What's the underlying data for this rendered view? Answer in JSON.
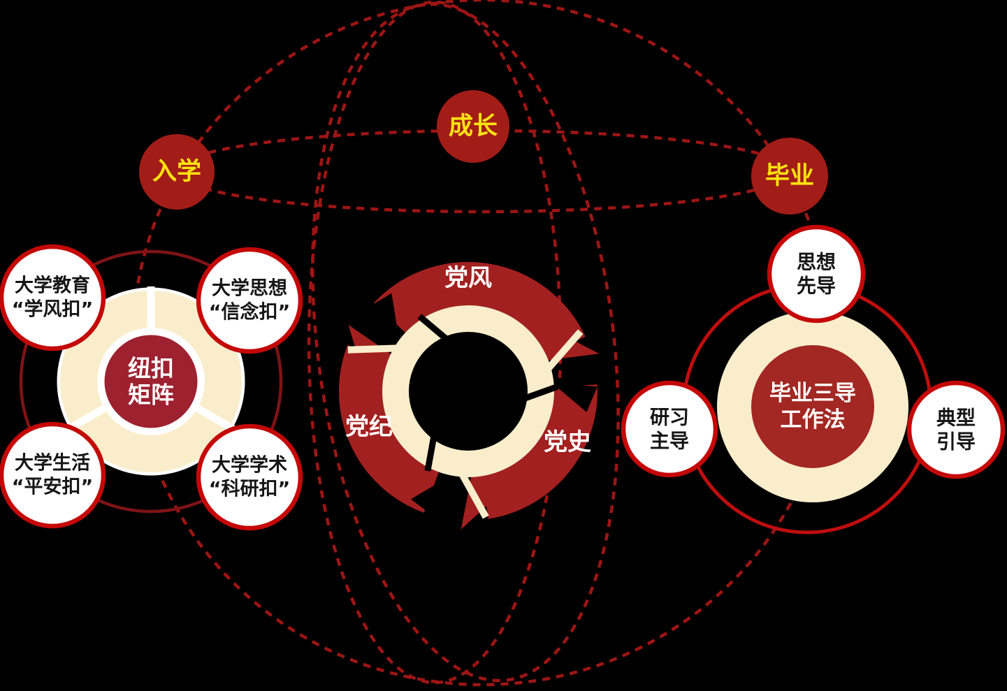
{
  "background_color": "#000000",
  "palette": {
    "dark_red": "#A32020",
    "node_red": "#A21D18",
    "satellite_border_red": "#C40808",
    "left_outer_ring_maroon": "#7E1316",
    "right_outer_ring_red": "#BE0E0E",
    "cream": "#FAEDCB",
    "node_text_yellow": "#FFE410",
    "white": "#FFFFFF",
    "satellite_text_black": "#151515",
    "dashed_orbit_red": "#9D1515",
    "left_center_red": "#9E2130",
    "right_center_red": "#A32722"
  },
  "timeline_nodes": [
    {
      "id": "enrollment",
      "label": "入学"
    },
    {
      "id": "growth",
      "label": "成长"
    },
    {
      "id": "graduation",
      "label": "毕业"
    }
  ],
  "button_matrix": {
    "center": {
      "line1": "纽扣",
      "line2": "矩阵"
    },
    "satellites": [
      {
        "id": "education",
        "line1": "大学教育",
        "line2": "“学风扣”"
      },
      {
        "id": "thought",
        "line1": "大学思想",
        "line2": "“信念扣”"
      },
      {
        "id": "life",
        "line1": "大学生活",
        "line2": "“平安扣”"
      },
      {
        "id": "academics",
        "line1": "大学学术",
        "line2": "“科研扣”"
      }
    ]
  },
  "party_cycle": {
    "labels": [
      {
        "id": "party-conduct",
        "text": "党风"
      },
      {
        "id": "party-discipline",
        "text": "党纪"
      },
      {
        "id": "party-history",
        "text": "党史"
      }
    ]
  },
  "graduation_method": {
    "center": {
      "line1": "毕业三导",
      "line2": "工作法"
    },
    "satellites": [
      {
        "id": "ideology-first",
        "line1": "思想",
        "line2": "先导"
      },
      {
        "id": "study-led",
        "line1": "研习",
        "line2": "主导"
      },
      {
        "id": "model-guided",
        "line1": "典型",
        "line2": "引导"
      }
    ]
  }
}
